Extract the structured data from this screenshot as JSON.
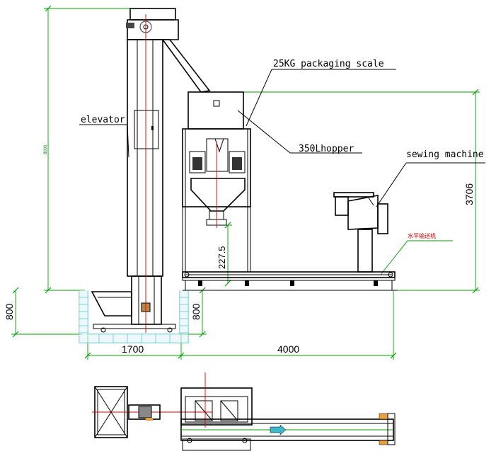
{
  "labels": {
    "elevator": "elevator",
    "scale": "25KG packaging scale",
    "hopper": "350Lhopper",
    "sewing": "sewing machine",
    "conveyor": "水平输送机"
  },
  "dimensions": {
    "pit_depth_left": "800",
    "pit_depth_right": "800",
    "pit_width": "1700",
    "line_length": "4000",
    "outlet_height": "227.5",
    "total_height_right": "3706",
    "total_height_left": "8000"
  },
  "colors": {
    "line": "#000000",
    "dimension": "#00a000",
    "centerline": "#e00000",
    "pit_wall": "#3fb6c9",
    "belt_arrow": "#3fb6c9",
    "bearing": "#e8a040"
  }
}
